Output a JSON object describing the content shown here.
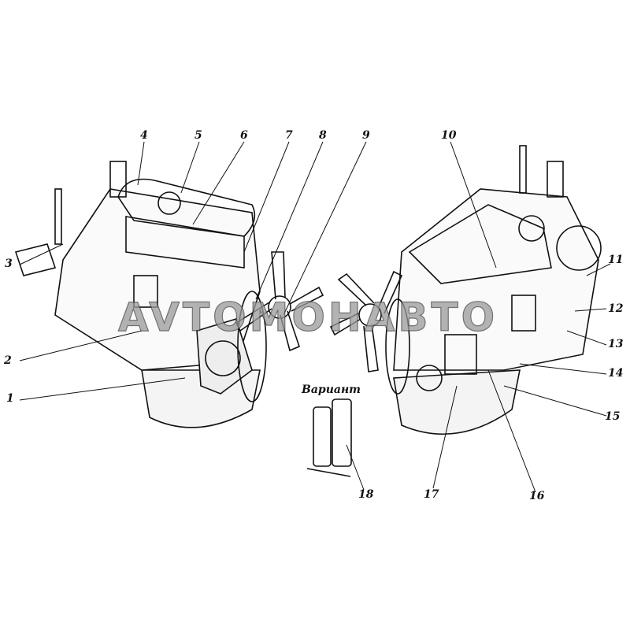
{
  "variant_label": "Вариант",
  "callouts": [
    "1",
    "2",
    "3",
    "4",
    "5",
    "6",
    "7",
    "8",
    "9",
    "10",
    "11",
    "12",
    "13",
    "14",
    "15",
    "16",
    "17",
    "18"
  ],
  "watermark": "AVTOMOHABTO",
  "colors": {
    "ink": "#111111",
    "background": "#ffffff"
  }
}
